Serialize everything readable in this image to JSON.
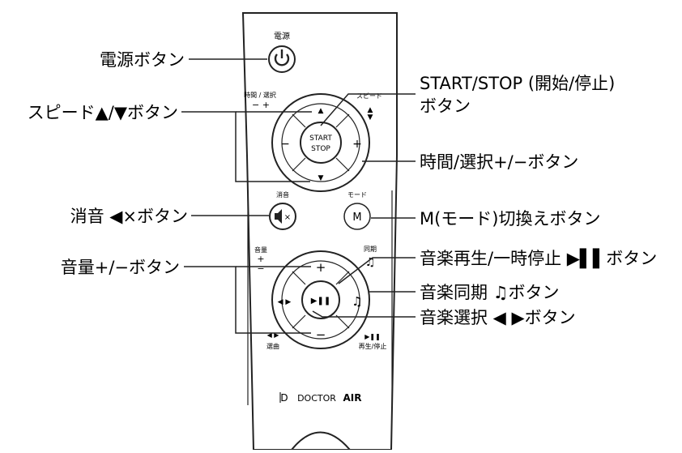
{
  "remote": {
    "power_top_label": "電源",
    "speed_label": "スピード",
    "time_select_label": "時間 / 選択",
    "time_select_sign": "− +",
    "start_line1": "START",
    "start_line2": "STOP",
    "mute_top_label": "消音",
    "mode_top_label": "モード",
    "mode_key": "M",
    "volume_label": "音量",
    "sync_label": "同期",
    "select_bottom_label": "選曲",
    "play_bottom_label": "再生/停止",
    "brand_prefix": "DOCTOR",
    "brand_suffix": "AIR"
  },
  "callouts": {
    "power": "電源ボタン",
    "speed": "スピード▲/▼ボタン",
    "mute": "消音 ◀×ボタン",
    "volume": "音量+/−ボタン",
    "start_stop_1": "START/STOP (開始/停止)",
    "start_stop_2": "ボタン",
    "time": "時間/選択+/−ボタン",
    "mode": "M(モード)切換えボタン",
    "music_play": "音楽再生/一時停止 ▶▌▌ボタン",
    "music_sync": "音楽同期 ♫ボタン",
    "music_select": "音楽選択 ◀ ▶ボタン"
  },
  "colors": {
    "line": "#222222",
    "text": "#111111",
    "body": "#ffffff"
  }
}
